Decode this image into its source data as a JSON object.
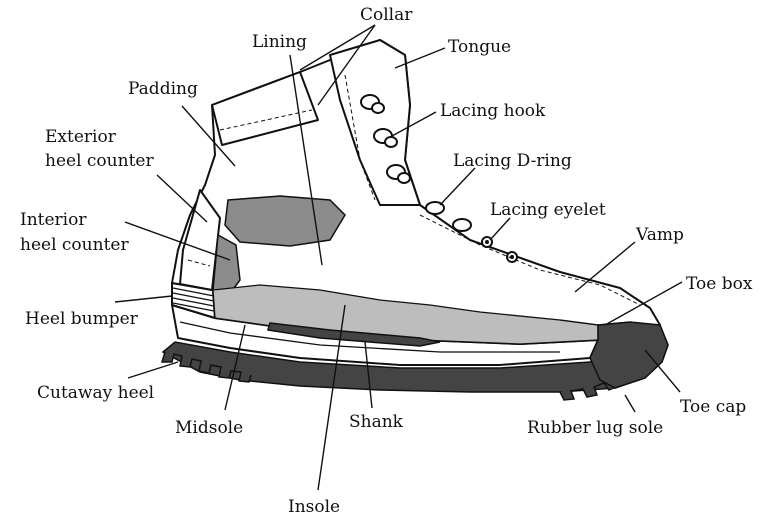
{
  "labels": {
    "collar": "Collar",
    "lining": "Lining",
    "tongue": "Tongue",
    "padding": "Padding",
    "lacing_hook": "Lacing hook",
    "exterior_heel_counter_1": "Exterior",
    "exterior_heel_counter_2": "heel counter",
    "lacing_d_ring": "Lacing D-ring",
    "interior_heel_counter_1": "Interior",
    "interior_heel_counter_2": "heel counter",
    "lacing_eyelet": "Lacing eyelet",
    "vamp": "Vamp",
    "toe_box": "Toe box",
    "heel_bumper": "Heel bumper",
    "cutaway_heel": "Cutaway heel",
    "toe_cap": "Toe cap",
    "midsole": "Midsole",
    "shank": "Shank",
    "rubber_lug_sole": "Rubber lug sole",
    "insole": "Insole"
  }
}
